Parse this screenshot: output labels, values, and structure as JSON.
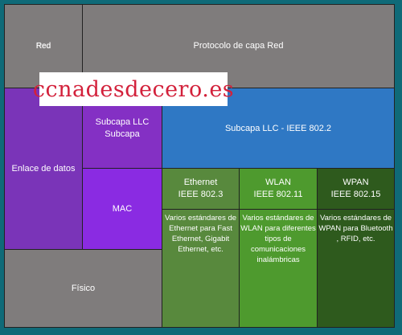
{
  "cells": {
    "red_small": "Red",
    "protocol": "Protocolo de capa Red",
    "enlace": "Enlace de datos",
    "llc_left_line1": "Subcapa LLC",
    "llc_left_line2": "Subcapa",
    "llc_ieee": "Subcapa LLC - IEEE 802.2",
    "mac": "MAC",
    "fisico": "Físico"
  },
  "columns": [
    {
      "name": "Ethernet",
      "standard": "IEEE 802.3",
      "description": "Varios estándares de Ethernet para Fast Ethernet, Gigabit Ethernet, etc."
    },
    {
      "name": "WLAN",
      "standard": "IEEE 802.11",
      "description": "Varios estándares de WLAN para diferentes tipos de comunicaciones inalámbricas"
    },
    {
      "name": "WPAN",
      "standard": "IEEE 802.15",
      "description": "Varios estándares de WPAN para Bluetooth , RFID, etc."
    }
  ],
  "watermark": "ccnadesdecero.es",
  "colors": {
    "frame": "#0f6a78",
    "gray": "#7f7c7c",
    "purple": "#7a34b8",
    "blue": "#2f78c4",
    "ethernet": "#58893d",
    "wlan": "#4e9a2e",
    "wpan": "#2e5a1d",
    "watermark_text": "#d3213b"
  }
}
